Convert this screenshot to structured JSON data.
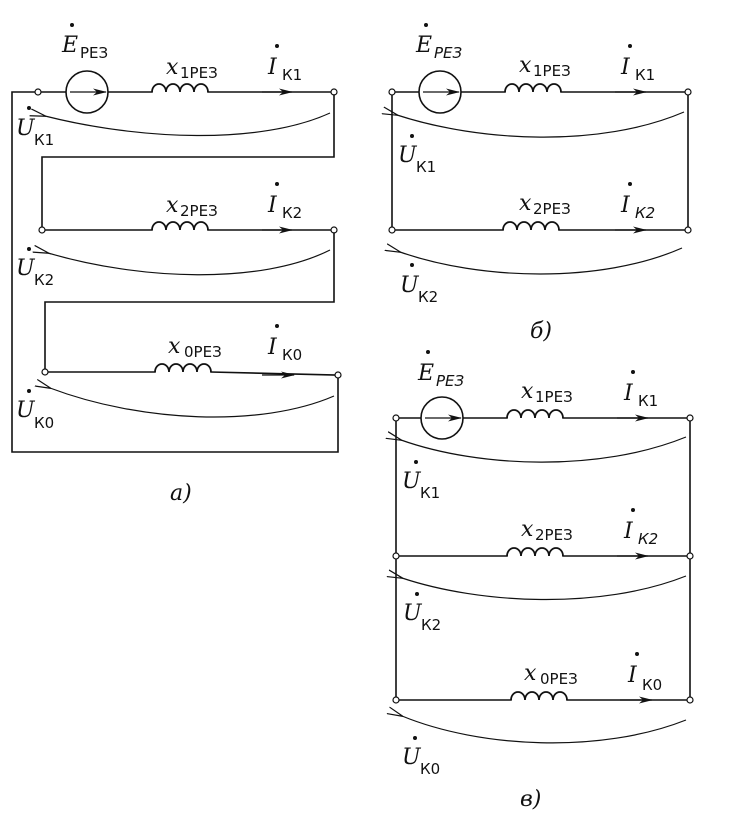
{
  "captions": {
    "a": "а)",
    "b": "б)",
    "v": "в)"
  },
  "symbols": {
    "E": "E",
    "x": "x",
    "I": "I",
    "U": "U"
  },
  "subscripts": {
    "E_a": "РЕЗ",
    "E_b": "РЕЗ",
    "E_v": "РЕЗ",
    "x1": "1РЕЗ",
    "x2": "2РЕЗ",
    "x0": "0РЕЗ",
    "K1": "К1",
    "K2": "К2",
    "K0": "К0"
  }
}
